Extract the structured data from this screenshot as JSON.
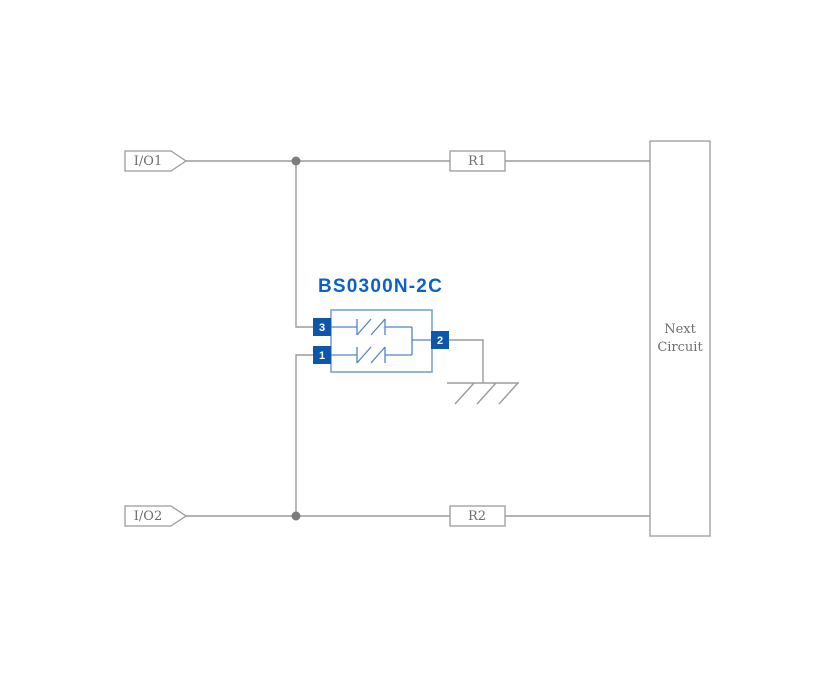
{
  "diagram": {
    "type": "tvs-protection-circuit-schematic",
    "component": {
      "name": "BS0300N-2C",
      "pin1": "1",
      "pin2": "2",
      "pin3": "3"
    },
    "connectors": {
      "io1": "I/O1",
      "io2": "I/O2"
    },
    "resistors": {
      "r1": "R1",
      "r2": "R2"
    },
    "next_circuit": {
      "line1": "Next",
      "line2": "Circuit"
    },
    "colors": {
      "background": "#ffffff",
      "wire_gray": "#9b9b9b",
      "label_gray": "#6e6e6e",
      "junction_gray": "#7d7d7d",
      "accent_blue": "#0b62c4",
      "pin_blue": "#0e56a9",
      "component_outline_blue": "#6f9cd4",
      "diode_blue": "#4d86cb"
    }
  }
}
